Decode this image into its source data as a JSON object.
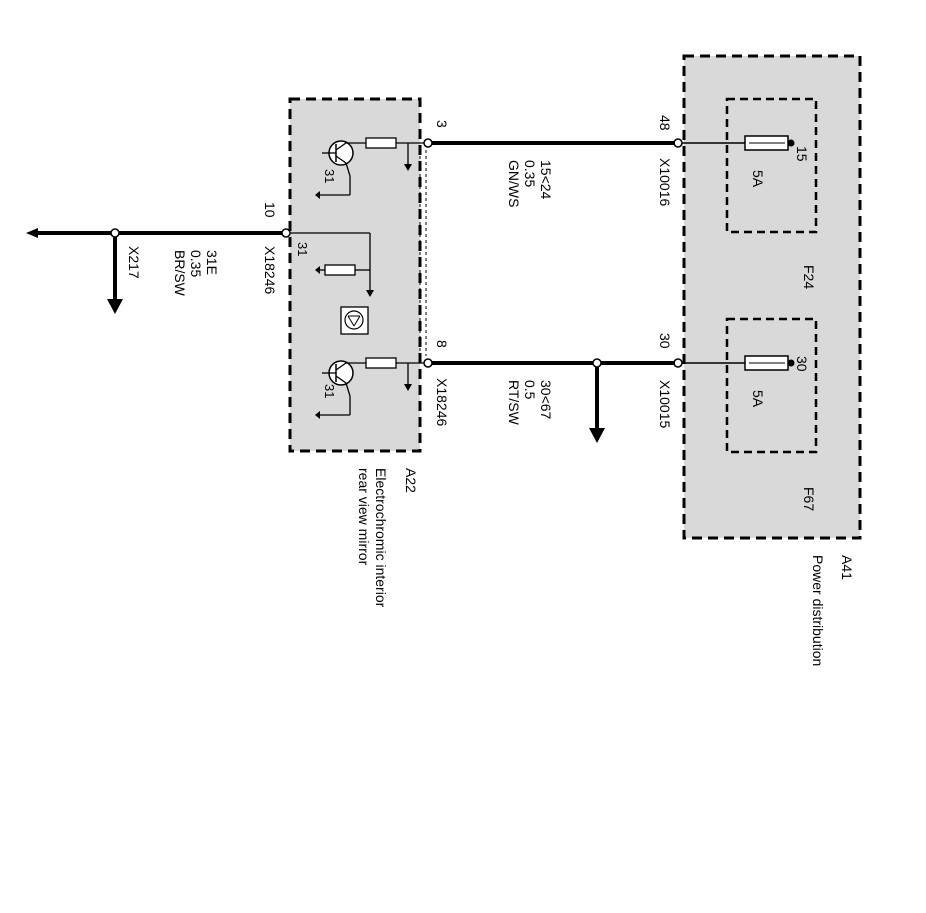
{
  "colors": {
    "module_fill": "#d9d9d9",
    "wire": "#000000",
    "background": "#ffffff"
  },
  "a41": {
    "id": "A41",
    "name": "Power distribution",
    "fuse_f24": {
      "id": "F24",
      "rating": "5A",
      "terminal": "15",
      "pin": "48",
      "connector": "X10016"
    },
    "fuse_f67": {
      "id": "F67",
      "rating": "5A",
      "terminal": "30",
      "pin": "30",
      "connector": "X10015"
    }
  },
  "a22": {
    "id": "A22",
    "name_line1": "Electrochromic interior",
    "name_line2": "rear view mirror",
    "pin_top": "3",
    "pin_bottom": "8",
    "pin_ground": "10",
    "connector_top": "X18246",
    "connector_right": "X18246",
    "ground_31_a": "31",
    "ground_31_b": "31",
    "ground_31_c": "31"
  },
  "wire_15": {
    "terminal": "15<24",
    "gauge": "0.35",
    "color": "GN/WS"
  },
  "wire_30": {
    "terminal": "30<67",
    "gauge": "0.5",
    "color": "RT/SW"
  },
  "wire_31": {
    "terminal": "31E",
    "gauge": "0.35",
    "color": "BR/SW",
    "ground_point": "X217"
  },
  "icons": [
    "fuse-icon",
    "transistor-icon",
    "resistor-icon",
    "photo-sensor-icon",
    "ground-arrow-icon",
    "connector-icon"
  ]
}
